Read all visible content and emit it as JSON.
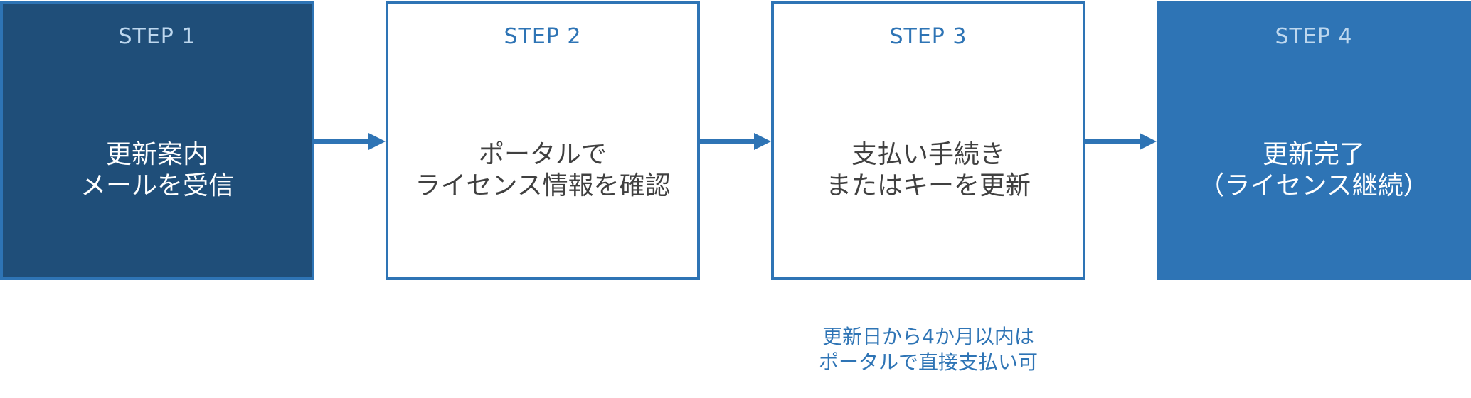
{
  "steps": [
    {
      "number": "STEP 1",
      "title_line1": "更新案内",
      "title_line2": "メールを受信"
    },
    {
      "number": "STEP 2",
      "title_line1": "ポータルで",
      "title_line2": "ライセンス情報を確認"
    },
    {
      "number": "STEP 3",
      "title_line1": "支払い手続き",
      "title_line2": "またはキーを更新"
    },
    {
      "number": "STEP 4",
      "title_line1": "更新完了",
      "title_line2": "（ライセンス継続）"
    }
  ],
  "note": {
    "line1": "更新日から4か月以内は",
    "line2": "ポータルで直接支払い可"
  },
  "colors": {
    "dark_fill": "#1f4e79",
    "accent": "#2e74b5",
    "light_text": "#bdd7ee",
    "body_text": "#404040"
  }
}
